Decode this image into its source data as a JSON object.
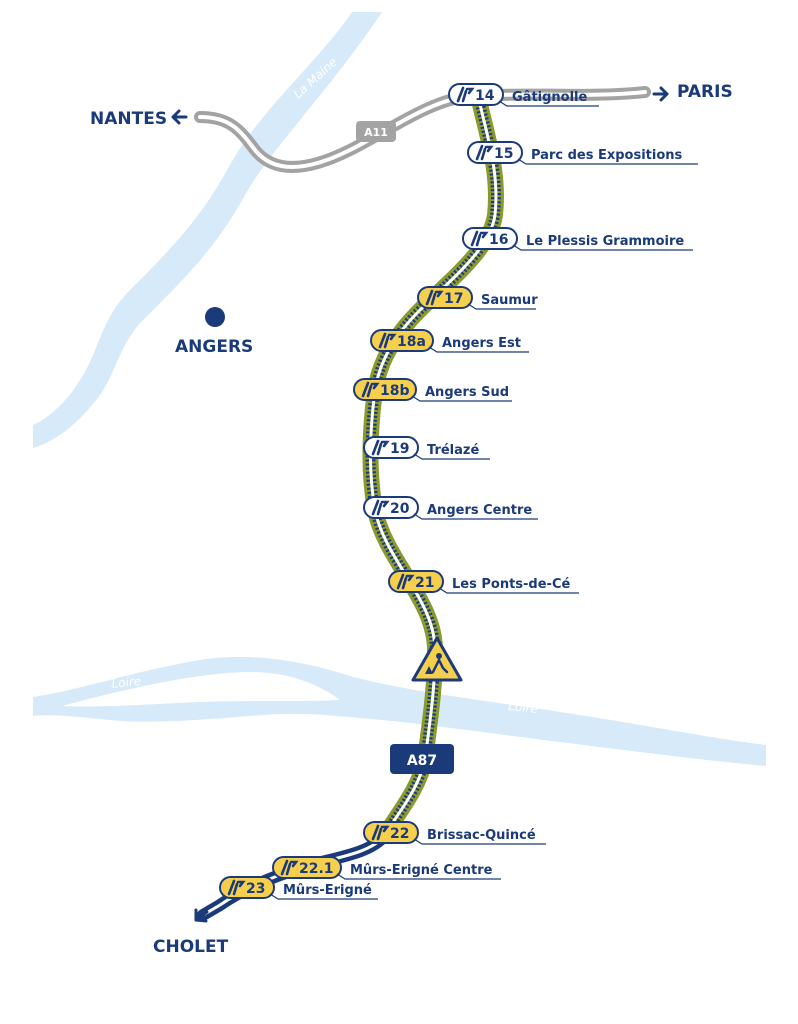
{
  "map": {
    "rivers": {
      "maine": "La Maine",
      "loire_left": "Loire",
      "loire_right": "Loire"
    },
    "cities": {
      "nantes": "NANTES",
      "paris": "PARIS",
      "angers": "ANGERS",
      "cholet": "CHOLET"
    },
    "highways": {
      "a11": "A11",
      "a87": "A87"
    },
    "exits": [
      {
        "num": "14",
        "name": "Gâtignolle",
        "style": "outline"
      },
      {
        "num": "15",
        "name": "Parc des Expositions",
        "style": "outline"
      },
      {
        "num": "16",
        "name": "Le Plessis Grammoire",
        "style": "outline"
      },
      {
        "num": "17",
        "name": "Saumur",
        "style": "filled"
      },
      {
        "num": "18a",
        "name": "Angers Est",
        "style": "filled"
      },
      {
        "num": "18b",
        "name": "Angers Sud",
        "style": "filled"
      },
      {
        "num": "19",
        "name": "Trélazé",
        "style": "outline"
      },
      {
        "num": "20",
        "name": "Angers Centre",
        "style": "outline"
      },
      {
        "num": "21",
        "name": "Les Ponts-de-Cé",
        "style": "filled"
      },
      {
        "num": "22",
        "name": "Brissac-Quincé",
        "style": "filled"
      },
      {
        "num": "22.1",
        "name": "Mûrs-Erigné Centre",
        "style": "filled"
      },
      {
        "num": "23",
        "name": "Mûrs-Erigné",
        "style": "filled"
      }
    ],
    "icons": [
      "roadworks-warning-icon",
      "exit-icon",
      "arrow-left-icon",
      "arrow-right-icon",
      "arrow-down-left-icon"
    ],
    "colors": {
      "navy": "#1b3a7a",
      "yellow": "#f6d04d",
      "river": "#d6eafa",
      "grey": "#a3a3a3",
      "works": "#8a9a2e"
    }
  }
}
